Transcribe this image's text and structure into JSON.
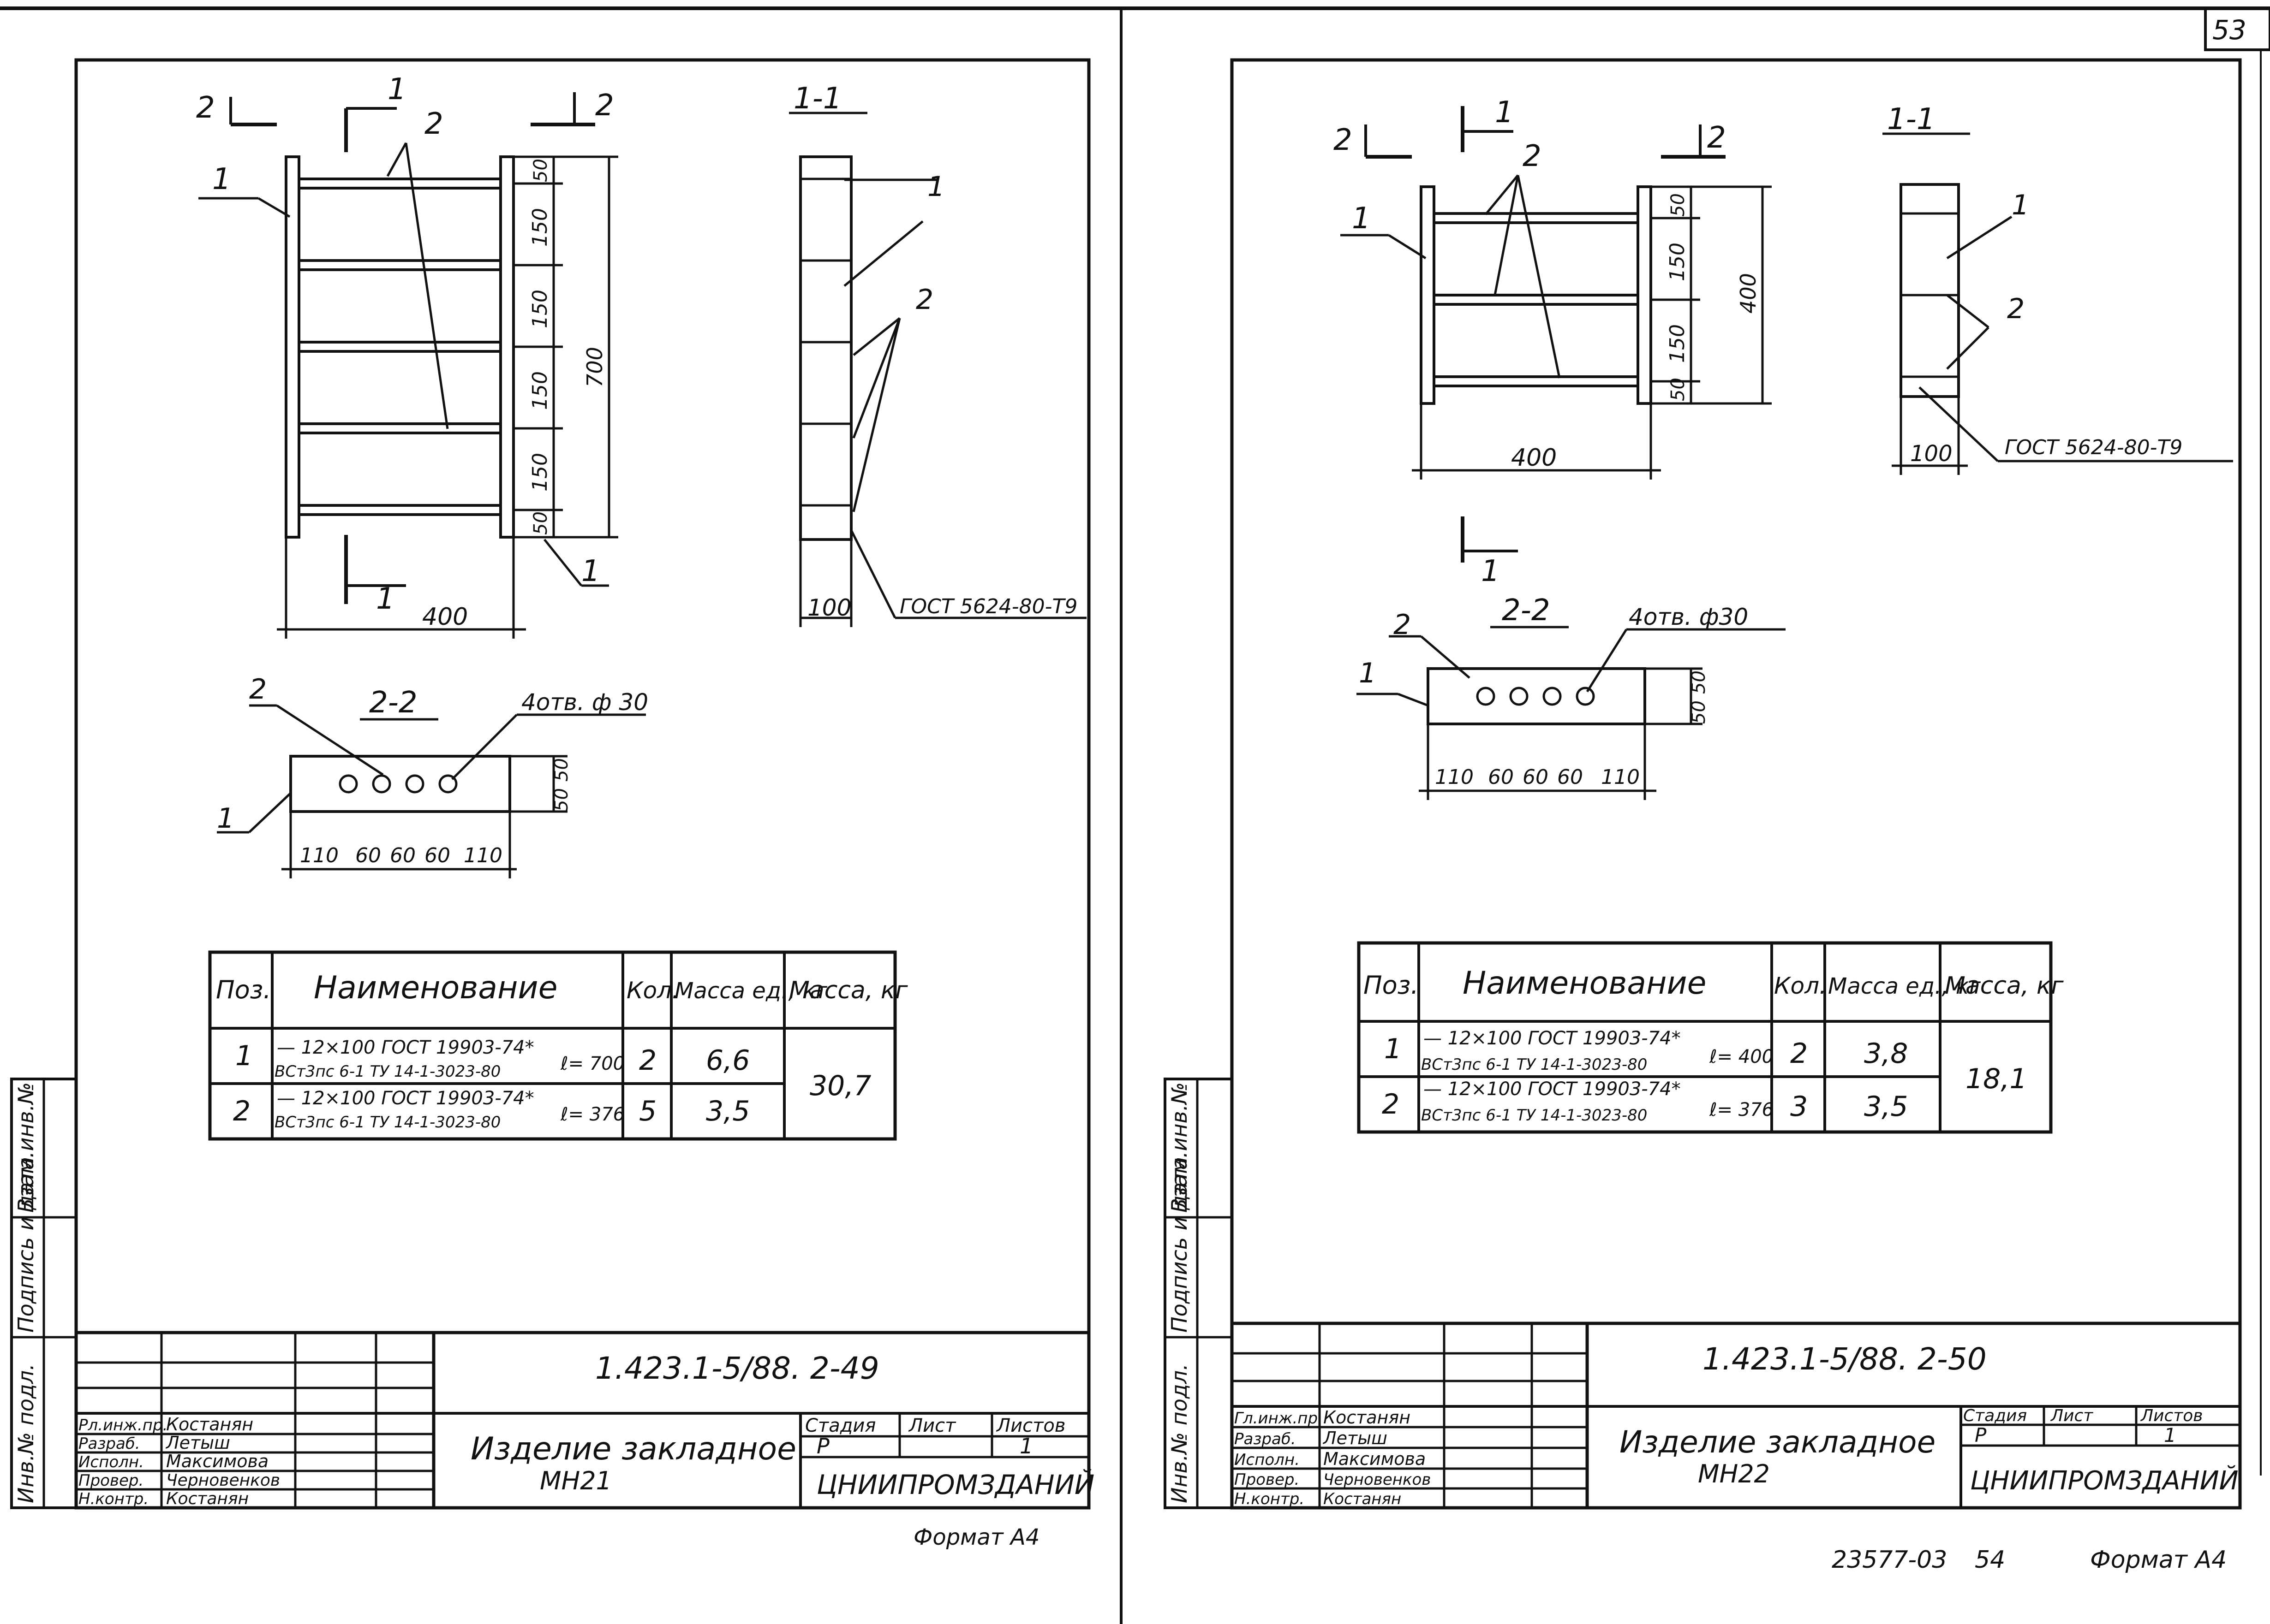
{
  "page_number": "53",
  "footer_doc_code": "23577-03",
  "footer_page": "54",
  "side_stamp": [
    "Инв.№ подл.",
    "Подпись и дата",
    "Взам.инв.№"
  ],
  "sheets": [
    {
      "id": "left",
      "section_labels": {
        "view11": "1-1",
        "view22": "2-2",
        "cut1": "1",
        "cut2": "2",
        "pos1": "1",
        "pos2": "2"
      },
      "dims_vertical": [
        "50",
        "150",
        "150",
        "150",
        "150",
        "50"
      ],
      "dim_total_height": "700",
      "dim_width": "400",
      "dim_section_width": "100",
      "gost_note": "ГОСТ 5624-80-Т9",
      "holes_note": "4отв. ф 30",
      "plan_dims": [
        "110",
        "60",
        "60",
        "60",
        "110"
      ],
      "plan_dims_v": [
        "50",
        "50"
      ],
      "table": {
        "headers": [
          "Поз.",
          "Наименование",
          "Кол.",
          "Масса ед., кг",
          "Масса, кг"
        ],
        "rows": [
          {
            "pos": "1",
            "name1": "— 12×100 ГОСТ 19903-74*",
            "name2": "ВСт3пс 6-1 ТУ 14-1-3023-80",
            "len": "ℓ= 700",
            "qty": "2",
            "unit_mass": "6,6"
          },
          {
            "pos": "2",
            "name1": "— 12×100 ГОСТ 19903-74*",
            "name2": "ВСт3пс 6-1 ТУ 14-1-3023-80",
            "len": "ℓ= 376",
            "qty": "5",
            "unit_mass": "3,5"
          }
        ],
        "total_mass": "30,7"
      },
      "title_block": {
        "code": "1.423.1-5/88. 2-49",
        "title": "Изделие закладное",
        "mark": "МН21",
        "stage_header": "Стадия",
        "sheet_header": "Лист",
        "sheets_header": "Листов",
        "stage": "Р",
        "sheets": "1",
        "org": "ЦНИИПРОМЗДАНИЙ",
        "roles": [
          "Рл.инж.пр.",
          "Разраб.",
          "Исполн.",
          "Провер.",
          "Н.контр."
        ],
        "names": [
          "Костанян",
          "Летыш",
          "Максимова",
          "Черновенков",
          "Костанян"
        ],
        "format": "Формат А4"
      }
    },
    {
      "id": "right",
      "section_labels": {
        "view11": "1-1",
        "view22": "2-2",
        "cut1": "1",
        "cut2": "2",
        "pos1": "1",
        "pos2": "2"
      },
      "dims_vertical": [
        "50",
        "150",
        "150",
        "50"
      ],
      "dim_total_height": "400",
      "dim_width": "400",
      "dim_section_width": "100",
      "gost_note": "ГОСТ 5624-80-Т9",
      "holes_note": "4отв. ф30",
      "plan_dims": [
        "110",
        "60",
        "60",
        "60",
        "110"
      ],
      "plan_dims_v": [
        "50",
        "50"
      ],
      "table": {
        "headers": [
          "Поз.",
          "Наименование",
          "Кол.",
          "Масса ед., кг",
          "Масса, кг"
        ],
        "rows": [
          {
            "pos": "1",
            "name1": "— 12×100 ГОСТ 19903-74*",
            "name2": "ВСт3пс 6-1 ТУ 14-1-3023-80",
            "len": "ℓ= 400",
            "qty": "2",
            "unit_mass": "3,8"
          },
          {
            "pos": "2",
            "name1": "— 12×100 ГОСТ 19903-74*",
            "name2": "ВСт3пс 6-1 ТУ 14-1-3023-80",
            "len": "ℓ= 376",
            "qty": "3",
            "unit_mass": "3,5"
          }
        ],
        "total_mass": "18,1"
      },
      "title_block": {
        "code": "1.423.1-5/88. 2-50",
        "title": "Изделие закладное",
        "mark": "МН22",
        "stage_header": "Стадия",
        "sheet_header": "Лист",
        "sheets_header": "Листов",
        "stage": "Р",
        "sheets": "1",
        "org": "ЦНИИПРОМЗДАНИЙ",
        "roles": [
          "Гл.инж.пр.",
          "Разраб.",
          "Исполн.",
          "Провер.",
          "Н.контр."
        ],
        "names": [
          "Костанян",
          "Летыш",
          "Максимова",
          "Черновенков",
          "Костанян"
        ],
        "format": "Формат А4"
      }
    }
  ]
}
